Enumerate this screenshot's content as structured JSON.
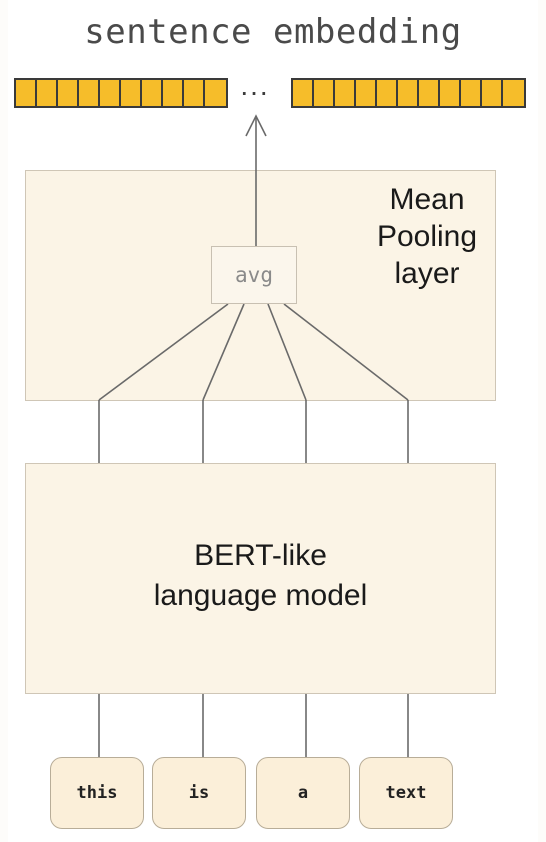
{
  "title": "sentence embedding",
  "ellipsis": "...",
  "pooling_label": [
    "Mean",
    "Pooling",
    "layer"
  ],
  "avg_label": "avg",
  "model_label": [
    "BERT-like",
    "language model"
  ],
  "tokens": [
    "this",
    "is",
    "a",
    "text"
  ],
  "colors": {
    "embedding_cell": "#f6bd2a",
    "box_fill": "#fbf4e6",
    "token_fill": "#fbefd9"
  }
}
